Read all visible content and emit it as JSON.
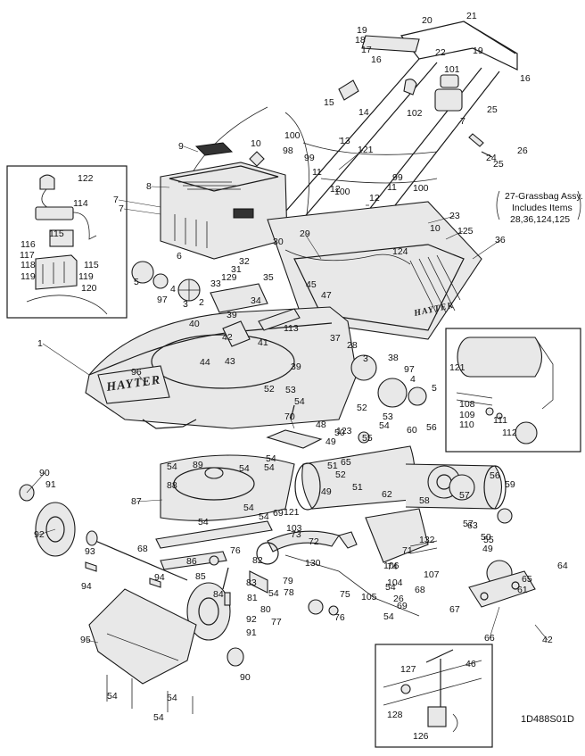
{
  "drawing_code": "1D488S01D",
  "brand_main": "HAYTER",
  "brand_side": "HAYTER",
  "note_lines": [
    "27-Grassbag Assy.",
    "Includes Items",
    "28,36,124,125"
  ],
  "callouts": [
    {
      "id": "c1",
      "label": "1"
    },
    {
      "id": "c2",
      "label": "2"
    },
    {
      "id": "c3",
      "label": "3"
    },
    {
      "id": "c3b",
      "label": "3"
    },
    {
      "id": "c4",
      "label": "4"
    },
    {
      "id": "c4b",
      "label": "4"
    },
    {
      "id": "c5",
      "label": "5"
    },
    {
      "id": "c5b",
      "label": "5"
    },
    {
      "id": "c6",
      "label": "6"
    },
    {
      "id": "c7",
      "label": "7"
    },
    {
      "id": "c7b",
      "label": "7"
    },
    {
      "id": "c7c",
      "label": "7"
    },
    {
      "id": "c8",
      "label": "8"
    },
    {
      "id": "c9",
      "label": "9"
    },
    {
      "id": "c10",
      "label": "10"
    },
    {
      "id": "c10b",
      "label": "10"
    },
    {
      "id": "c11",
      "label": "11"
    },
    {
      "id": "c11b",
      "label": "11"
    },
    {
      "id": "c12",
      "label": "12"
    },
    {
      "id": "c12b",
      "label": "12"
    },
    {
      "id": "c13",
      "label": "13"
    },
    {
      "id": "c14",
      "label": "14"
    },
    {
      "id": "c15",
      "label": "15"
    },
    {
      "id": "c16",
      "label": "16"
    },
    {
      "id": "c16b",
      "label": "16"
    },
    {
      "id": "c17",
      "label": "17"
    },
    {
      "id": "c18",
      "label": "18"
    },
    {
      "id": "c19",
      "label": "19"
    },
    {
      "id": "c19b",
      "label": "19"
    },
    {
      "id": "c20",
      "label": "20"
    },
    {
      "id": "c21",
      "label": "21"
    },
    {
      "id": "c22",
      "label": "22"
    },
    {
      "id": "c23",
      "label": "23"
    },
    {
      "id": "c24",
      "label": "24"
    },
    {
      "id": "c25",
      "label": "25"
    },
    {
      "id": "c25b",
      "label": "25"
    },
    {
      "id": "c26",
      "label": "26"
    },
    {
      "id": "c26b",
      "label": "26"
    },
    {
      "id": "c28",
      "label": "28"
    },
    {
      "id": "c29",
      "label": "29"
    },
    {
      "id": "c30",
      "label": "30"
    },
    {
      "id": "c31",
      "label": "31"
    },
    {
      "id": "c32",
      "label": "32"
    },
    {
      "id": "c33",
      "label": "33"
    },
    {
      "id": "c34",
      "label": "34"
    },
    {
      "id": "c35",
      "label": "35"
    },
    {
      "id": "c36",
      "label": "36"
    },
    {
      "id": "c37",
      "label": "37"
    },
    {
      "id": "c38",
      "label": "38"
    },
    {
      "id": "c39",
      "label": "39"
    },
    {
      "id": "c39b",
      "label": "39"
    },
    {
      "id": "c40",
      "label": "40"
    },
    {
      "id": "c41",
      "label": "41"
    },
    {
      "id": "c42",
      "label": "42"
    },
    {
      "id": "c42b",
      "label": "42"
    },
    {
      "id": "c43",
      "label": "43"
    },
    {
      "id": "c44",
      "label": "44"
    },
    {
      "id": "c45",
      "label": "45"
    },
    {
      "id": "c46",
      "label": "46"
    },
    {
      "id": "c47",
      "label": "47"
    },
    {
      "id": "c48",
      "label": "48"
    },
    {
      "id": "c49",
      "label": "49"
    },
    {
      "id": "c49b",
      "label": "49"
    },
    {
      "id": "c49c",
      "label": "49"
    },
    {
      "id": "c50",
      "label": "50"
    },
    {
      "id": "c50b",
      "label": "50"
    },
    {
      "id": "c51",
      "label": "51"
    },
    {
      "id": "c51b",
      "label": "51"
    },
    {
      "id": "c52",
      "label": "52"
    },
    {
      "id": "c52b",
      "label": "52"
    },
    {
      "id": "c52c",
      "label": "52"
    },
    {
      "id": "c53",
      "label": "53"
    },
    {
      "id": "c53b",
      "label": "53"
    },
    {
      "id": "c54a",
      "label": "54"
    },
    {
      "id": "c54b",
      "label": "54"
    },
    {
      "id": "c54c",
      "label": "54"
    },
    {
      "id": "c54d",
      "label": "54"
    },
    {
      "id": "c54e",
      "label": "54"
    },
    {
      "id": "c54f",
      "label": "54"
    },
    {
      "id": "c54g",
      "label": "54"
    },
    {
      "id": "c54h",
      "label": "54"
    },
    {
      "id": "c54i",
      "label": "54"
    },
    {
      "id": "c54j",
      "label": "54"
    },
    {
      "id": "c54k",
      "label": "54"
    },
    {
      "id": "c54l",
      "label": "54"
    },
    {
      "id": "c54m",
      "label": "54"
    },
    {
      "id": "c54n",
      "label": "54"
    },
    {
      "id": "c54o",
      "label": "54"
    },
    {
      "id": "c55",
      "label": "55"
    },
    {
      "id": "c55b",
      "label": "55"
    },
    {
      "id": "c56",
      "label": "56"
    },
    {
      "id": "c56b",
      "label": "56"
    },
    {
      "id": "c57",
      "label": "57"
    },
    {
      "id": "c57b",
      "label": "57"
    },
    {
      "id": "c58",
      "label": "58"
    },
    {
      "id": "c59",
      "label": "59"
    },
    {
      "id": "c60",
      "label": "60"
    },
    {
      "id": "c61",
      "label": "61"
    },
    {
      "id": "c62",
      "label": "62"
    },
    {
      "id": "c63",
      "label": "63"
    },
    {
      "id": "c64",
      "label": "64"
    },
    {
      "id": "c65",
      "label": "65"
    },
    {
      "id": "c65b",
      "label": "65"
    },
    {
      "id": "c66",
      "label": "66"
    },
    {
      "id": "c67",
      "label": "67"
    },
    {
      "id": "c68",
      "label": "68"
    },
    {
      "id": "c68b",
      "label": "68"
    },
    {
      "id": "c69",
      "label": "69"
    },
    {
      "id": "c69b",
      "label": "69"
    },
    {
      "id": "c70",
      "label": "70"
    },
    {
      "id": "c71",
      "label": "71"
    },
    {
      "id": "c72",
      "label": "72"
    },
    {
      "id": "c73",
      "label": "73"
    },
    {
      "id": "c74",
      "label": "74"
    },
    {
      "id": "c75",
      "label": "75"
    },
    {
      "id": "c76",
      "label": "76"
    },
    {
      "id": "c76b",
      "label": "76"
    },
    {
      "id": "c77",
      "label": "77"
    },
    {
      "id": "c78",
      "label": "78"
    },
    {
      "id": "c79",
      "label": "79"
    },
    {
      "id": "c80",
      "label": "80"
    },
    {
      "id": "c81",
      "label": "81"
    },
    {
      "id": "c82",
      "label": "82"
    },
    {
      "id": "c83",
      "label": "83"
    },
    {
      "id": "c84",
      "label": "84"
    },
    {
      "id": "c85",
      "label": "85"
    },
    {
      "id": "c86",
      "label": "86"
    },
    {
      "id": "c87",
      "label": "87"
    },
    {
      "id": "c88",
      "label": "88"
    },
    {
      "id": "c89",
      "label": "89"
    },
    {
      "id": "c90",
      "label": "90"
    },
    {
      "id": "c90b",
      "label": "90"
    },
    {
      "id": "c91",
      "label": "91"
    },
    {
      "id": "c91b",
      "label": "91"
    },
    {
      "id": "c92",
      "label": "92"
    },
    {
      "id": "c92b",
      "label": "92"
    },
    {
      "id": "c93",
      "label": "93"
    },
    {
      "id": "c94",
      "label": "94"
    },
    {
      "id": "c94b",
      "label": "94"
    },
    {
      "id": "c95",
      "label": "95"
    },
    {
      "id": "c96",
      "label": "96"
    },
    {
      "id": "c97",
      "label": "97"
    },
    {
      "id": "c97b",
      "label": "97"
    },
    {
      "id": "c98",
      "label": "98"
    },
    {
      "id": "c99",
      "label": "99"
    },
    {
      "id": "c99b",
      "label": "99"
    },
    {
      "id": "c100",
      "label": "100"
    },
    {
      "id": "c100b",
      "label": "100"
    },
    {
      "id": "c100c",
      "label": "100"
    },
    {
      "id": "c101",
      "label": "101"
    },
    {
      "id": "c102",
      "label": "102"
    },
    {
      "id": "c103",
      "label": "103"
    },
    {
      "id": "c104",
      "label": "104"
    },
    {
      "id": "c105",
      "label": "105"
    },
    {
      "id": "c106",
      "label": "106"
    },
    {
      "id": "c107",
      "label": "107"
    },
    {
      "id": "c108",
      "label": "108"
    },
    {
      "id": "c109",
      "label": "109"
    },
    {
      "id": "c110",
      "label": "110"
    },
    {
      "id": "c111",
      "label": "111"
    },
    {
      "id": "c112",
      "label": "112"
    },
    {
      "id": "c113",
      "label": "113"
    },
    {
      "id": "c114",
      "label": "114"
    },
    {
      "id": "c115",
      "label": "115"
    },
    {
      "id": "c115b",
      "label": "115"
    },
    {
      "id": "c116",
      "label": "116"
    },
    {
      "id": "c117",
      "label": "117"
    },
    {
      "id": "c118",
      "label": "118"
    },
    {
      "id": "c119",
      "label": "119"
    },
    {
      "id": "c119b",
      "label": "119"
    },
    {
      "id": "c120",
      "label": "120"
    },
    {
      "id": "c121",
      "label": "121"
    },
    {
      "id": "c121b",
      "label": "121"
    },
    {
      "id": "c121c",
      "label": "121"
    },
    {
      "id": "c122",
      "label": "122"
    },
    {
      "id": "c123",
      "label": "123"
    },
    {
      "id": "c124",
      "label": "124"
    },
    {
      "id": "c125",
      "label": "125"
    },
    {
      "id": "c126",
      "label": "126"
    },
    {
      "id": "c127",
      "label": "127"
    },
    {
      "id": "c128",
      "label": "128"
    },
    {
      "id": "c129",
      "label": "129"
    },
    {
      "id": "c130",
      "label": "130"
    },
    {
      "id": "c132",
      "label": "132"
    }
  ]
}
